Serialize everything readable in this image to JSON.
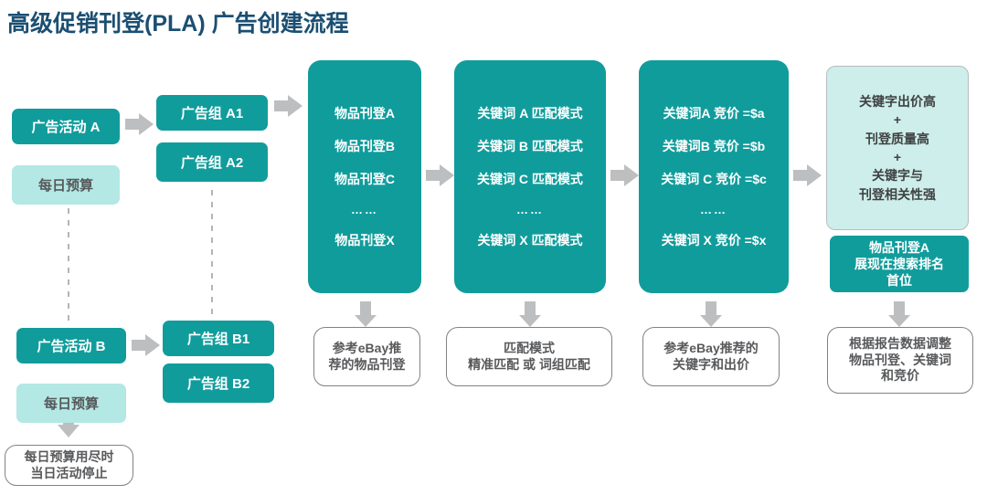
{
  "title": "高级促销刊登(PLA) 广告创建流程",
  "colors": {
    "teal": "#119c9c",
    "light_cyan": "#b3e8e4",
    "panel_cyan": "#cdeeea",
    "title_navy": "#1b4f72",
    "arrow_gray": "#bcbec0",
    "note_border": "#808285"
  },
  "campaigns": [
    {
      "name": "广告活动 A",
      "budget": "每日预算",
      "adgroups": [
        "广告组 A1",
        "广告组 A2"
      ]
    },
    {
      "name": "广告活动 B",
      "budget": "每日预算",
      "adgroups": [
        "广告组 B1",
        "广告组 B2"
      ]
    }
  ],
  "budget_note": "每日预算用尽时\n当日活动停止",
  "budget_note_lines": [
    "每日预算用尽时",
    "当日活动停止"
  ],
  "panels": [
    {
      "id": "listings",
      "rows": [
        "物品刊登A",
        "物品刊登B",
        "物品刊登C",
        "……",
        "物品刊登X"
      ],
      "note_lines": [
        "参考eBay推",
        "荐的物品刊登"
      ]
    },
    {
      "id": "match-types",
      "rows": [
        "关键词 A 匹配模式",
        "关键词 B 匹配模式",
        "关键词 C 匹配模式",
        "……",
        "关键词 X 匹配模式"
      ],
      "note_lines": [
        "匹配模式",
        "精准匹配 或 词组匹配"
      ]
    },
    {
      "id": "bids",
      "rows": [
        "关键词A 竞价 =$a",
        "关键词B 竞价 =$b",
        "关键词 C 竞价 =$c",
        "……",
        "关键词 X 竞价 =$x"
      ],
      "note_lines": [
        "参考eBay推荐的",
        "关键字和出价"
      ]
    }
  ],
  "result": {
    "factors": [
      "关键字出价高",
      "+",
      "刊登质量高",
      "+",
      "关键字与",
      "刊登相关性强"
    ],
    "badge_lines": [
      "物品刊登A",
      "展现在搜索排名",
      "首位"
    ],
    "note_lines": [
      "根据报告数据调整",
      "物品刊登、关键词",
      "和竞价"
    ]
  }
}
